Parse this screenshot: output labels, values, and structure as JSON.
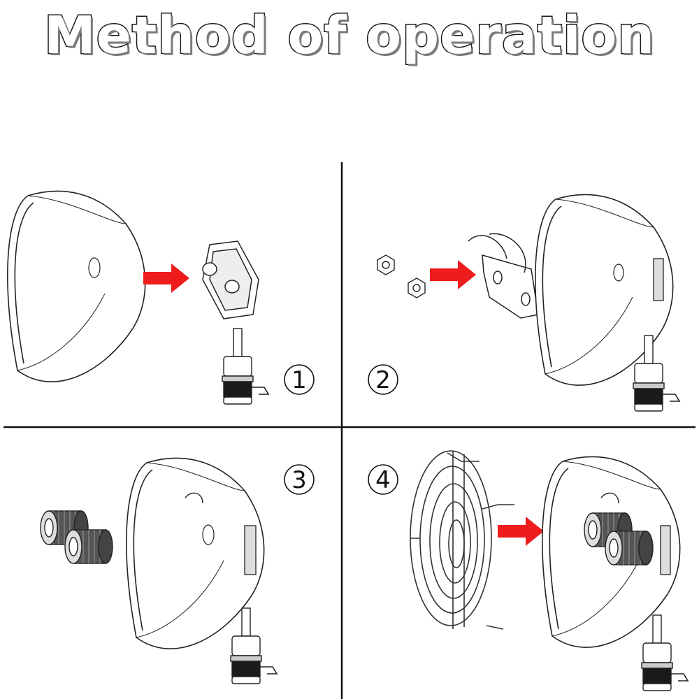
{
  "title": "Method of operation",
  "steps": [
    {
      "number": "1"
    },
    {
      "number": "2"
    },
    {
      "number": "3"
    },
    {
      "number": "4"
    }
  ],
  "colors": {
    "arrow": "#ee1c1c",
    "line": "#222222",
    "divider": "#111111"
  },
  "icons": [
    "reflector-dome",
    "mounting-bracket",
    "gas-valve-connector",
    "hex-nut",
    "clip-plate",
    "ceramic-burner",
    "wire-guard-grille",
    "red-arrow"
  ]
}
